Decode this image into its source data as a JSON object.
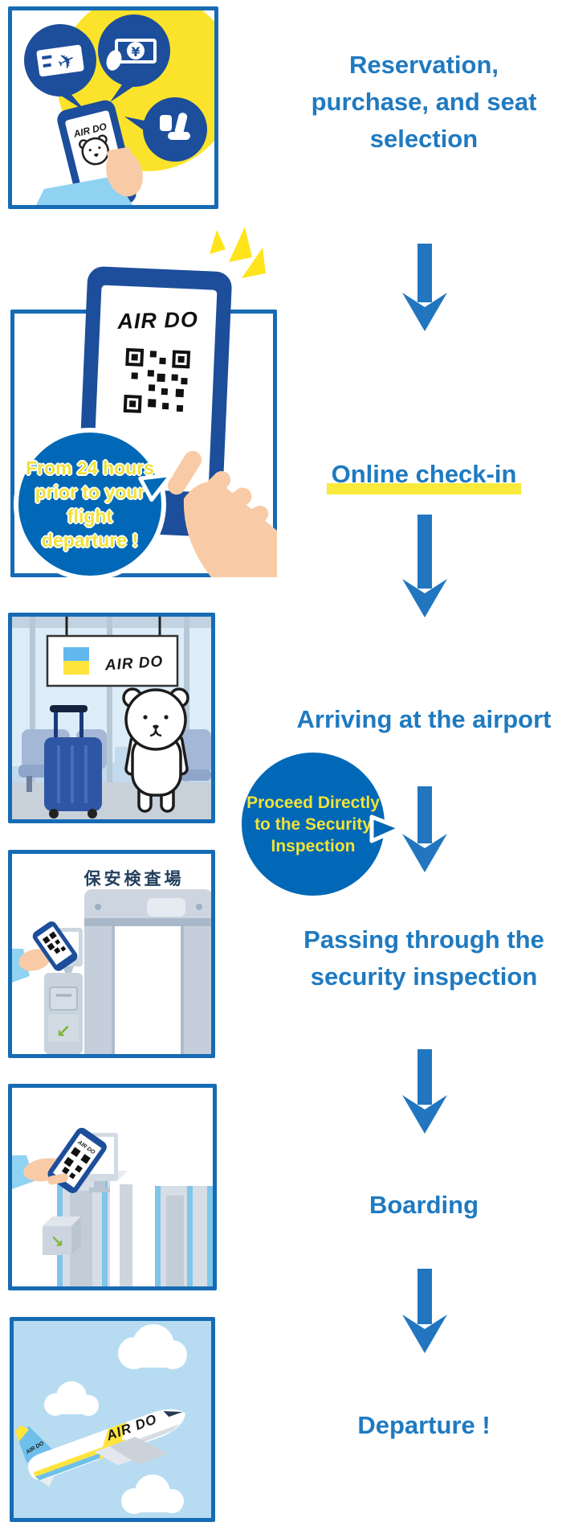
{
  "steps": [
    {
      "id": "reservation",
      "label": "Reservation,\npurchase, and seat\nselection"
    },
    {
      "id": "online-checkin",
      "label": "Online check-in"
    },
    {
      "id": "arriving",
      "label": "Arriving at the airport"
    },
    {
      "id": "security",
      "label": "Passing through the\nsecurity inspection"
    },
    {
      "id": "boarding",
      "label": "Boarding"
    },
    {
      "id": "departure",
      "label": "Departure !"
    }
  ],
  "callouts": {
    "checkin_window": "From 24 hours\nprior to your flight\ndeparture !",
    "proceed_security": "Proceed Directly\nto the Security\nInspection"
  },
  "brand": {
    "name": "AIR DO"
  },
  "signs": {
    "security_checkpoint": "保安検査場"
  },
  "icons": {
    "yen_symbol": "¥",
    "plane_glyph": "✈",
    "kiosk_arrow_down_left": "↙",
    "gate_arrow_down_right": "↘"
  },
  "colors": {
    "step_text_blue": "#1f7ac0",
    "arrow_blue": "#2176bf",
    "box_border_blue": "#176bb4",
    "brand_navy": "#1c4e9b",
    "bubble_blue": "#0068b6",
    "bubble_text_yellow": "#f0e23a",
    "highlight_yellow": "#f9e93a",
    "brand_yellow": "#ffe43c",
    "sky_blue": "#b7dcf2"
  }
}
